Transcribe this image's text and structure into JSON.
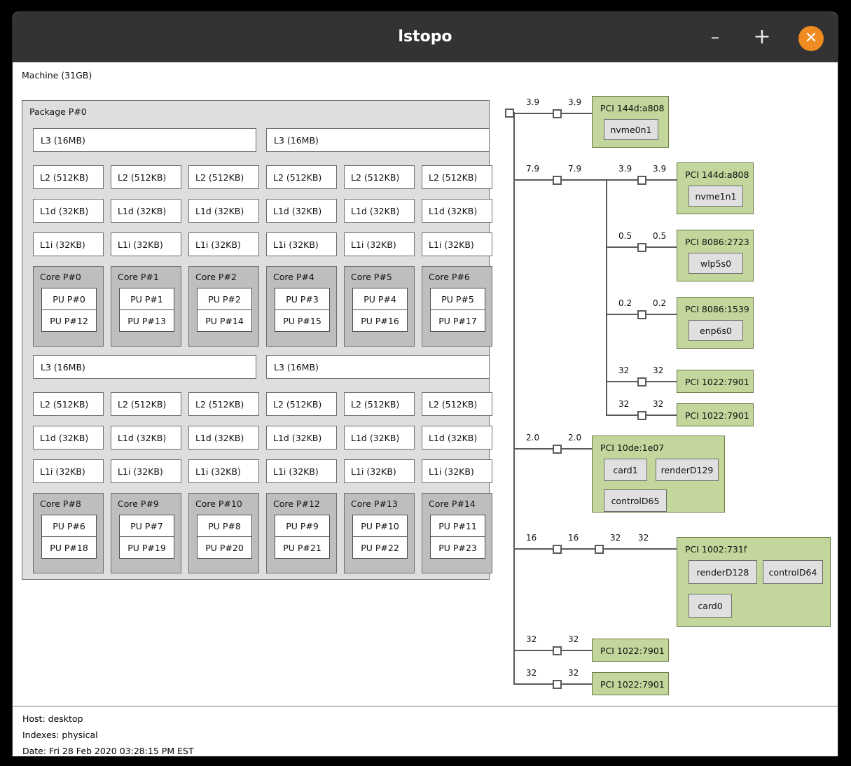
{
  "window": {
    "title": "lstopo",
    "minimize_label": "–",
    "maximize_label": "+",
    "close_label": "✕",
    "accent_close": "#ef8b20",
    "titlebar_color": "#333333"
  },
  "machine": {
    "label": "Machine (31GB)"
  },
  "package": {
    "label": "Package P#0"
  },
  "colors": {
    "package_bg": "#dedede",
    "core_bg": "#bebebe",
    "cache_bg": "#ffffff",
    "pci_bg": "#c3d69b",
    "osdev_bg": "#e0e0e0",
    "line": "#5a5a5a"
  },
  "cpu_groups": [
    {
      "l3": [
        "L3 (16MB)",
        "L3 (16MB)"
      ],
      "l2": [
        "L2 (512KB)",
        "L2 (512KB)",
        "L2 (512KB)",
        "L2 (512KB)",
        "L2 (512KB)",
        "L2 (512KB)"
      ],
      "l1d": [
        "L1d (32KB)",
        "L1d (32KB)",
        "L1d (32KB)",
        "L1d (32KB)",
        "L1d (32KB)",
        "L1d (32KB)"
      ],
      "l1i": [
        "L1i (32KB)",
        "L1i (32KB)",
        "L1i (32KB)",
        "L1i (32KB)",
        "L1i (32KB)",
        "L1i (32KB)"
      ],
      "cores": [
        {
          "label": "Core P#0",
          "pus": [
            "PU P#0",
            "PU P#12"
          ]
        },
        {
          "label": "Core P#1",
          "pus": [
            "PU P#1",
            "PU P#13"
          ]
        },
        {
          "label": "Core P#2",
          "pus": [
            "PU P#2",
            "PU P#14"
          ]
        },
        {
          "label": "Core P#4",
          "pus": [
            "PU P#3",
            "PU P#15"
          ]
        },
        {
          "label": "Core P#5",
          "pus": [
            "PU P#4",
            "PU P#16"
          ]
        },
        {
          "label": "Core P#6",
          "pus": [
            "PU P#5",
            "PU P#17"
          ]
        }
      ]
    },
    {
      "l3": [
        "L3 (16MB)",
        "L3 (16MB)"
      ],
      "l2": [
        "L2 (512KB)",
        "L2 (512KB)",
        "L2 (512KB)",
        "L2 (512KB)",
        "L2 (512KB)",
        "L2 (512KB)"
      ],
      "l1d": [
        "L1d (32KB)",
        "L1d (32KB)",
        "L1d (32KB)",
        "L1d (32KB)",
        "L1d (32KB)",
        "L1d (32KB)"
      ],
      "l1i": [
        "L1i (32KB)",
        "L1i (32KB)",
        "L1i (32KB)",
        "L1i (32KB)",
        "L1i (32KB)",
        "L1i (32KB)"
      ],
      "cores": [
        {
          "label": "Core P#8",
          "pus": [
            "PU P#6",
            "PU P#18"
          ]
        },
        {
          "label": "Core P#9",
          "pus": [
            "PU P#7",
            "PU P#19"
          ]
        },
        {
          "label": "Core P#10",
          "pus": [
            "PU P#8",
            "PU P#20"
          ]
        },
        {
          "label": "Core P#12",
          "pus": [
            "PU P#9",
            "PU P#21"
          ]
        },
        {
          "label": "Core P#13",
          "pus": [
            "PU P#10",
            "PU P#22"
          ]
        },
        {
          "label": "Core P#14",
          "pus": [
            "PU P#11",
            "PU P#23"
          ]
        }
      ]
    }
  ],
  "io_tree": {
    "branches": [
      {
        "label": "PCI 144d:a808",
        "speeds": [
          "3.9",
          "3.9"
        ],
        "children": [
          "nvme0n1"
        ]
      },
      {
        "label": "PCI 144d:a808",
        "speeds": [
          "7.9",
          "7.9",
          "3.9",
          "3.9"
        ],
        "children": [
          "nvme1n1"
        ]
      },
      {
        "label": "PCI 8086:2723",
        "speeds": [
          "0.5",
          "0.5"
        ],
        "children": [
          "wlp5s0"
        ]
      },
      {
        "label": "PCI 8086:1539",
        "speeds": [
          "0.2",
          "0.2"
        ],
        "children": [
          "enp6s0"
        ]
      },
      {
        "label": "PCI 1022:7901",
        "speeds": [
          "32",
          "32"
        ],
        "children": []
      },
      {
        "label": "PCI 1022:7901",
        "speeds": [
          "32",
          "32"
        ],
        "children": []
      },
      {
        "label": "PCI 10de:1e07",
        "speeds": [
          "2.0",
          "2.0"
        ],
        "children": [
          "card1",
          "renderD129",
          "controlD65"
        ]
      },
      {
        "label": "PCI 1002:731f",
        "speeds": [
          "16",
          "16",
          "32",
          "32"
        ],
        "children": [
          "renderD128",
          "controlD64",
          "card0"
        ]
      },
      {
        "label": "PCI 1022:7901",
        "speeds": [
          "32",
          "32"
        ],
        "children": []
      },
      {
        "label": "PCI 1022:7901",
        "speeds": [
          "32",
          "32"
        ],
        "children": []
      }
    ]
  },
  "footer": {
    "host": "Host: desktop",
    "indexes": "Indexes: physical",
    "date": "Date: Fri 28 Feb 2020 03:28:15 PM EST"
  }
}
